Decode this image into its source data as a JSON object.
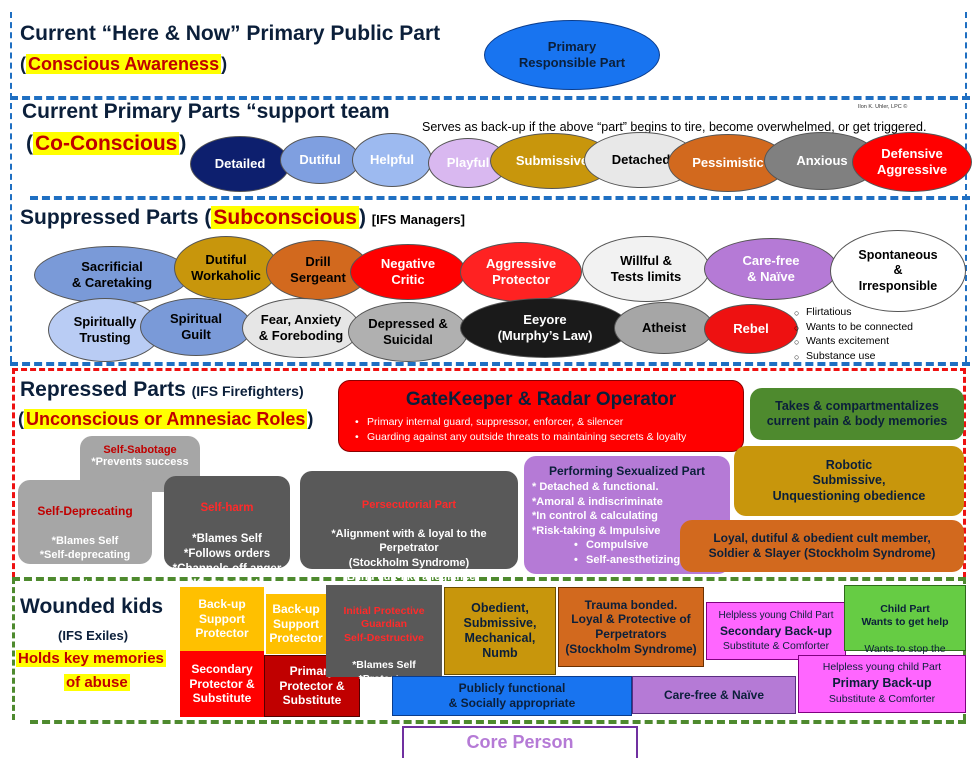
{
  "sections": {
    "current": {
      "title": "Current “Here & Now” Primary Public Part",
      "paren_open": "(",
      "subtitle": "Conscious Awareness",
      "paren_close": ")",
      "primary_ellipse": "Primary\nResponsible Part"
    },
    "support": {
      "title": "Current Primary Parts “support team",
      "author": "Ilon K. Uhler, LPC ©",
      "paren_open": "(",
      "subtitle": "Co-Conscious",
      "paren_close": ")",
      "note": "Serves as back-up if the above “part” begins to tire, become overwhelmed, or get triggered.",
      "ellipses": [
        {
          "label": "Detailed",
          "color": "#0d1f6e",
          "text": "#ffffff"
        },
        {
          "label": "Dutiful",
          "color": "#7f9fe0",
          "text": "#ffffff"
        },
        {
          "label": "Helpful",
          "color": "#9dbaf0",
          "text": "#ffffff"
        },
        {
          "label": "Playful",
          "color": "#d9b8f0",
          "text": "#ffffff"
        },
        {
          "label": "Submissive",
          "color": "#c8960c",
          "text": "#ffffff"
        },
        {
          "label": "Detached",
          "color": "#e8e8e8",
          "text": "#000000"
        },
        {
          "label": "Pessimistic",
          "color": "#d2691e",
          "text": "#ffffff"
        },
        {
          "label": "Anxious",
          "color": "#808080",
          "text": "#ffffff"
        },
        {
          "label": "Defensive\nAggressive",
          "color": "#ff0000",
          "text": "#ffffff"
        }
      ]
    },
    "suppressed": {
      "title": "Suppressed Parts (",
      "subtitle": "Subconscious",
      "title_close": ")",
      "tag": "[IFS Managers]",
      "ellipses": [
        {
          "label": "Sacrificial\n& Caretaking",
          "color": "#7a9ad8",
          "text": "#000000"
        },
        {
          "label": "Dutiful\nWorkaholic",
          "color": "#c8960c",
          "text": "#000000"
        },
        {
          "label": "Drill\nSergeant",
          "color": "#d2691e",
          "text": "#000000"
        },
        {
          "label": "Negative\nCritic",
          "color": "#ff0000",
          "text": "#ffffff"
        },
        {
          "label": "Aggressive\nProtector",
          "color": "#ff2222",
          "text": "#ffffff"
        },
        {
          "label": "Willful &\nTests limits",
          "color": "#f2f2f2",
          "text": "#000000"
        },
        {
          "label": "Care-free\n& Naïve",
          "color": "#b57ad6",
          "text": "#ffffff"
        },
        {
          "label": "Spontaneous\n&\nIrresponsible",
          "color": "#ffffff",
          "text": "#000000"
        },
        {
          "label": "Spiritually\nTrusting",
          "color": "#b9ccf4",
          "text": "#000000"
        },
        {
          "label": "Spiritual\nGuilt",
          "color": "#7a9ad8",
          "text": "#000000"
        },
        {
          "label": "Fear, Anxiety\n& Foreboding",
          "color": "#e6e6e6",
          "text": "#000000"
        },
        {
          "label": "Depressed &\nSuicidal",
          "color": "#b0b0b0",
          "text": "#000000"
        },
        {
          "label": "Eeyore\n(Murphy’s Law)",
          "color": "#1a1a1a",
          "text": "#ffffff"
        },
        {
          "label": "Atheist",
          "color": "#a6a6a6",
          "text": "#000000"
        },
        {
          "label": "Rebel",
          "color": "#ee1111",
          "text": "#ffffff"
        }
      ],
      "spontaneous_list": [
        "Flirtatious",
        "Wants to be connected",
        "Wants excitement",
        "Substance use"
      ]
    },
    "repressed": {
      "title": "Repressed Parts",
      "tag": "(IFS Firefighters)",
      "paren_open": "(",
      "subtitle": "Unconscious or Amnesiac Roles",
      "paren_close": ")",
      "gatekeeper": {
        "title": "GateKeeper & Radar Operator",
        "bullets": [
          "Primary internal guard, suppressor, enforcer, & silencer",
          "Guarding against any outside threats to maintaining secrets & loyalty"
        ]
      },
      "self_sabotage": {
        "title": "Self-Sabotage",
        "body": "*Prevents success"
      },
      "self_deprecating": {
        "title": "Self-Deprecating",
        "body": "*Blames Self\n*Self-deprecating\n*Says she deserved\nit"
      },
      "self_harm": {
        "title": "Self-harm",
        "body": "*Blames Self\n*Follows orders\n*Channels off anger\n*Keep secrets"
      },
      "persecutorial": {
        "title": "Persecutorial Part",
        "body": "*Alignment with & loyal to the\nPerpetrator\n(Stockholm Syndrome)\n*Blind cult-like allegiance"
      },
      "sexualized": {
        "title": "Performing Sexualized Part",
        "body": "* Detached & functional.\n*Amoral & indiscriminate\n*In control & calculating\n*Risk-taking & Impulsive",
        "bullets": [
          "Compulsive",
          "Self-anesthetizing"
        ]
      },
      "compartment": "Takes & compartmentalizes\ncurrent pain & body memories",
      "robotic": "Robotic\nSubmissive,\nUnquestioning obedience",
      "loyal_cult": "Loyal, dutiful & obedient cult member,\nSoldier & Slayer (Stockholm Syndrome)"
    },
    "wounded": {
      "title": "Wounded kids",
      "tag": "(IFS Exiles)",
      "subtitle_1": "Holds key memories",
      "subtitle_2": "of abuse",
      "backup_1": "Back-up\nSupport\nProtector",
      "backup_2": "Back-up\nSupport\nProtector",
      "secondary_protector": "Secondary\nProtector &\nSubstitute",
      "primary_protector": "Primary\nProtector &\nSubstitute",
      "initial_protective": {
        "title": "Initial Protective\nGuardian\nSelf-Destructive",
        "body": "*Blames Self\n*Protector"
      },
      "obedient": "Obedient,\nSubmissive,\nMechanical,\nNumb",
      "trauma_bonded": "Trauma bonded.\nLoyal & Protective of\nPerpetrators\n(Stockholm Syndrome)",
      "helpless_secondary": {
        "small": "Helpless young Child Part",
        "main": "Secondary  Back-up",
        "sub": "Substitute & Comforter"
      },
      "child_part": {
        "title": "Child Part\nWants to get help",
        "body": "Wants to stop the\nabuse by disclosing"
      },
      "helpless_primary": {
        "small": "Helpless young child Part",
        "main": "Primary  Back-up",
        "sub": "Substitute & Comforter"
      },
      "publicly": "Publicly functional\n& Socially appropriate",
      "carefree": "Care-free & Naïve"
    },
    "core": "Core Person"
  },
  "colors": {
    "header_text": "#0b1f3a",
    "highlight_bg": "#ffff00",
    "highlight_text": "#c00000",
    "blue_dash": "#1f6fc2",
    "red_dash": "#ee1111",
    "green_dash": "#4e8a2e"
  }
}
